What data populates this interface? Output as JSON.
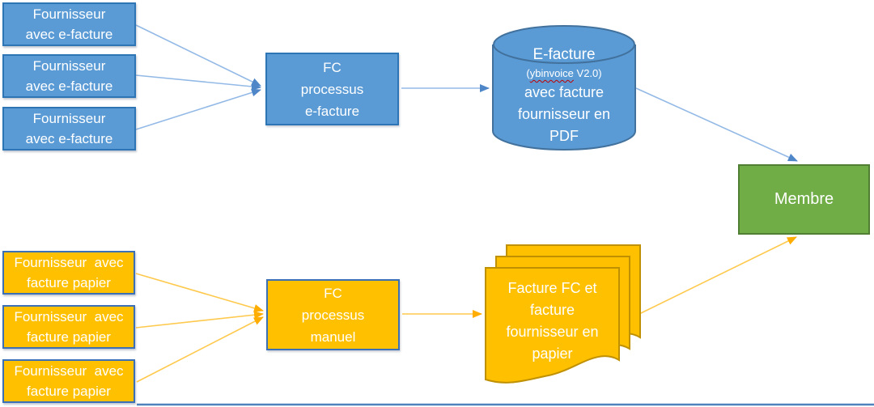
{
  "flows": {
    "efacture": {
      "suppliers": [
        "Fournisseur\navec e-facture",
        "Fournisseur\navec e-facture",
        "Fournisseur\navec e-facture"
      ],
      "process_label": "FC\nprocessus\ne-facture",
      "datastore": {
        "line1": "E-facture",
        "version_open": "(",
        "version_word": "ybinvoice",
        "version_rest": " V2.0)",
        "body": "avec facture\nfournisseur en\nPDF"
      }
    },
    "papier": {
      "suppliers": [
        "Fournisseur  avec\nfacture papier",
        "Fournisseur  avec\nfacture papier",
        "Fournisseur  avec\nfacture papier"
      ],
      "process_label": "FC\nprocessus\nmanuel",
      "documents_label": "Facture FC et\nfacture\nfournisseur en\npapier"
    },
    "member_label": "Membre"
  },
  "colors": {
    "blue_fill": "#5B9BD5",
    "blue_border": "#2E75B6",
    "blue_arrow_line": "#93B9E6",
    "blue_arrow_head": "#4E86C8",
    "orange_fill": "#FFC000",
    "orange_doc_border": "#BF9000",
    "orange_box_border": "#3B6FB6",
    "orange_arrow_line": "#FFC94D",
    "orange_arrow_head": "#FFAD00",
    "green_fill": "#70AD47",
    "green_border": "#507E32",
    "spellcheck_red": "#C00000",
    "bottom_rule": "#4F81BD",
    "text": "#FFFFFF"
  }
}
